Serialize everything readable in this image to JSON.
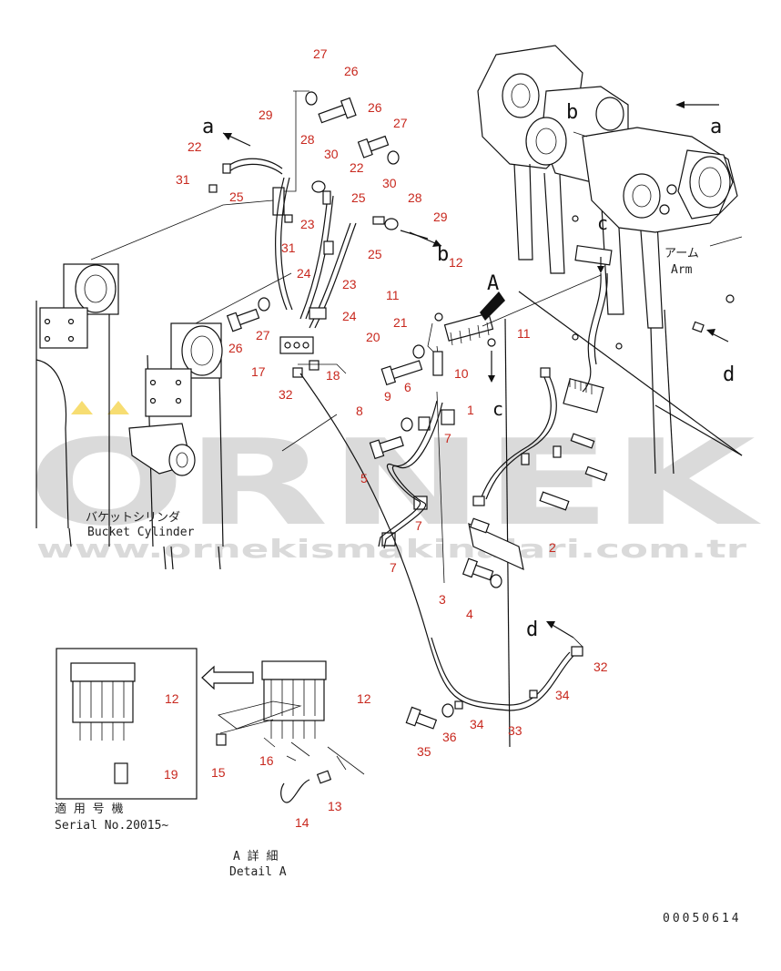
{
  "parts": [
    {
      "n": "27"
    },
    {
      "n": "26"
    },
    {
      "n": "29"
    },
    {
      "n": "26"
    },
    {
      "n": "27"
    },
    {
      "n": "22"
    },
    {
      "n": "28"
    },
    {
      "n": "30"
    },
    {
      "n": "31"
    },
    {
      "n": "25"
    },
    {
      "n": "22"
    },
    {
      "n": "25"
    },
    {
      "n": "30"
    },
    {
      "n": "23"
    },
    {
      "n": "28"
    },
    {
      "n": "29"
    },
    {
      "n": "31"
    },
    {
      "n": "25"
    },
    {
      "n": "24"
    },
    {
      "n": "23"
    },
    {
      "n": "12"
    },
    {
      "n": "24"
    },
    {
      "n": "11"
    },
    {
      "n": "21"
    },
    {
      "n": "11"
    },
    {
      "n": "26"
    },
    {
      "n": "27"
    },
    {
      "n": "20"
    },
    {
      "n": "17"
    },
    {
      "n": "18"
    },
    {
      "n": "10"
    },
    {
      "n": "9"
    },
    {
      "n": "6"
    },
    {
      "n": "32"
    },
    {
      "n": "8"
    },
    {
      "n": "1"
    },
    {
      "n": "7"
    },
    {
      "n": "5"
    },
    {
      "n": "7"
    },
    {
      "n": "7"
    },
    {
      "n": "2"
    },
    {
      "n": "3"
    },
    {
      "n": "4"
    },
    {
      "n": "32"
    },
    {
      "n": "12"
    },
    {
      "n": "12"
    },
    {
      "n": "34"
    },
    {
      "n": "34"
    },
    {
      "n": "33"
    },
    {
      "n": "35"
    },
    {
      "n": "36"
    },
    {
      "n": "19"
    },
    {
      "n": "15"
    },
    {
      "n": "16"
    },
    {
      "n": "13"
    },
    {
      "n": "14"
    }
  ],
  "letters": [
    {
      "t": "a"
    },
    {
      "t": "b"
    },
    {
      "t": "a"
    },
    {
      "t": "b"
    },
    {
      "t": "c"
    },
    {
      "t": "A"
    },
    {
      "t": "c"
    },
    {
      "t": "d"
    },
    {
      "t": "d"
    }
  ],
  "labels": {
    "bucket_jp": "バケットシリンダ",
    "bucket_en": "Bucket Cylinder",
    "arm_jp": "アーム",
    "arm_en": "Arm",
    "serial_jp": "適 用 号 機",
    "serial_en": "Serial No.20015~",
    "detail_jp": "A 詳 細",
    "detail_en": "Detail A",
    "drawing_no": "00050614"
  },
  "watermark": {
    "brand": "ORNEK",
    "url": "www.ornekismakinalari.com.tr",
    "color": "#bdbdbd",
    "accent": "#f2c200"
  }
}
